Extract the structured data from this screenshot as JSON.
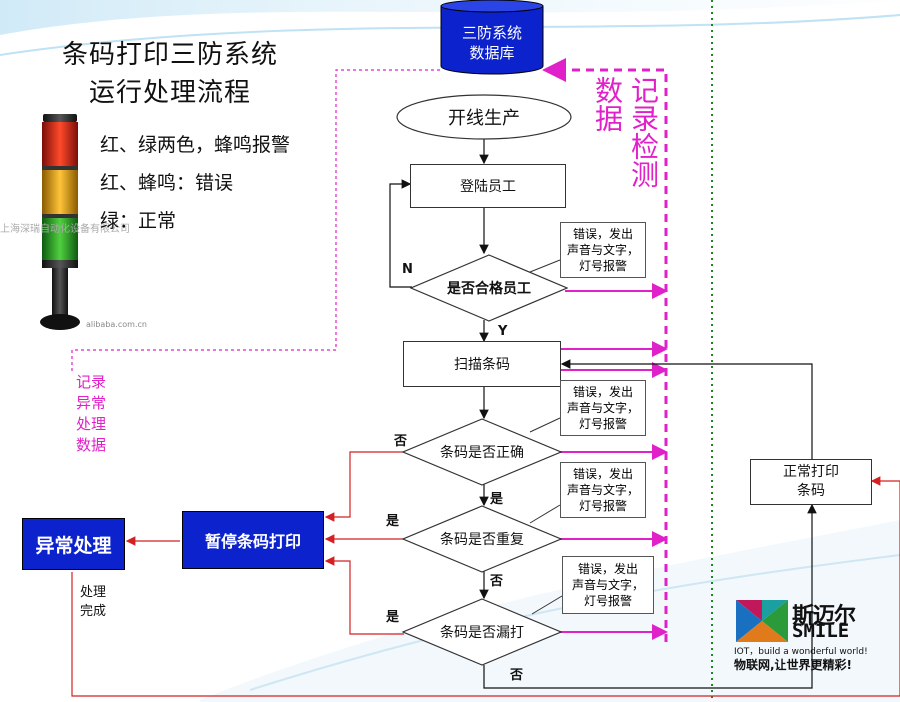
{
  "title_line1": "条码打印三防系统",
  "title_line2": "运行处理流程",
  "legend": {
    "line1": "红、绿两色，蜂鸣报警",
    "line2": "红、蜂鸣：错误",
    "line3": "绿：正常"
  },
  "watermark": "上海深瑞自动化设备有限公司",
  "image_site": "alibaba.com.cn",
  "database": "三防系统\n数据库",
  "record_abnormal": "记录异常处理数据",
  "record_check": "记录检测",
  "data_label": "数据",
  "nodes": {
    "start": "开线生产",
    "login": "登陆员工",
    "qualified": "是否合格员工",
    "scan": "扫描条码",
    "correct": "条码是否正确",
    "duplicate": "条码是否重复",
    "missing": "条码是否漏打",
    "pause": "暂停条码打印",
    "exception": "异常处理",
    "normal_print": "正常打印\n条码"
  },
  "alert_note": "错误，发出\n声音与文字，\n灯号报警",
  "edge_labels": {
    "n": "N",
    "y": "Y",
    "no": "否",
    "yes": "是"
  },
  "handled": "处理\n完成",
  "brand": {
    "name": "斯迈尔",
    "smile": "SMILE",
    "slogan_en": "IOT，build a wonderful world!",
    "slogan_cn": "物联网,让世界更精彩!"
  },
  "colors": {
    "magenta": "#e020c8",
    "blue": "#0c22cc",
    "red": "#d42020",
    "green": "#1a8a1a"
  }
}
